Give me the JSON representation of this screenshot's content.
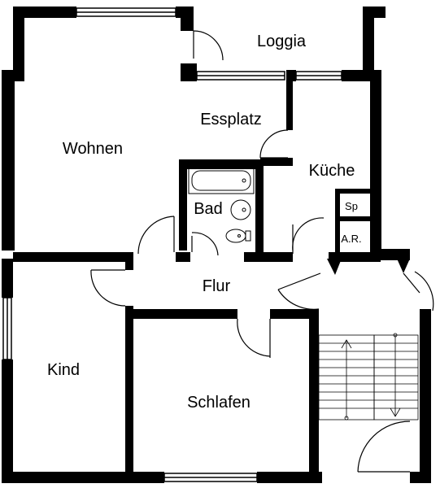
{
  "rooms": {
    "loggia": "Loggia",
    "essplatz": "Essplatz",
    "wohnen": "Wohnen",
    "kueche": "Küche",
    "bad": "Bad",
    "sp": "Sp",
    "ar": "A.R.",
    "flur": "Flur",
    "kind": "Kind",
    "schlafen": "Schlafen"
  },
  "colors": {
    "wall": "#000000",
    "background": "#ffffff",
    "window_fill": "#ffffff"
  }
}
